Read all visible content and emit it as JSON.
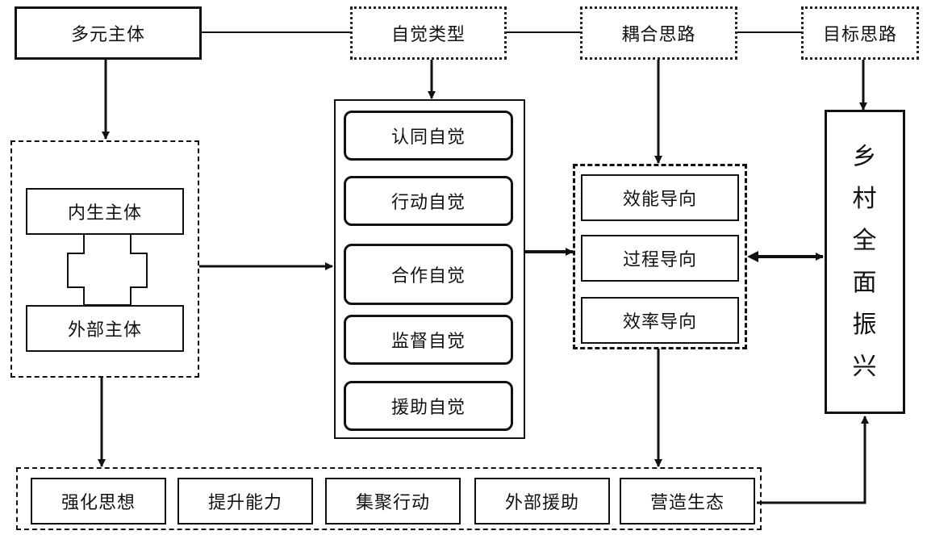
{
  "top": {
    "subject": "多元主体",
    "types": "自觉类型",
    "coupling": "耦合思路",
    "goal": "目标思路"
  },
  "subjects": {
    "endogenous": "内生主体",
    "external": "外部主体"
  },
  "consciousness": [
    "认同自觉",
    "行动自觉",
    "合作自觉",
    "监督自觉",
    "援助自觉"
  ],
  "orientations": [
    "效能导向",
    "过程导向",
    "效率导向"
  ],
  "target_chars": [
    "乡",
    "村",
    "全",
    "面",
    "振",
    "兴"
  ],
  "bottom": [
    "强化思想",
    "提升能力",
    "集聚行动",
    "外部援助",
    "营造生态"
  ]
}
